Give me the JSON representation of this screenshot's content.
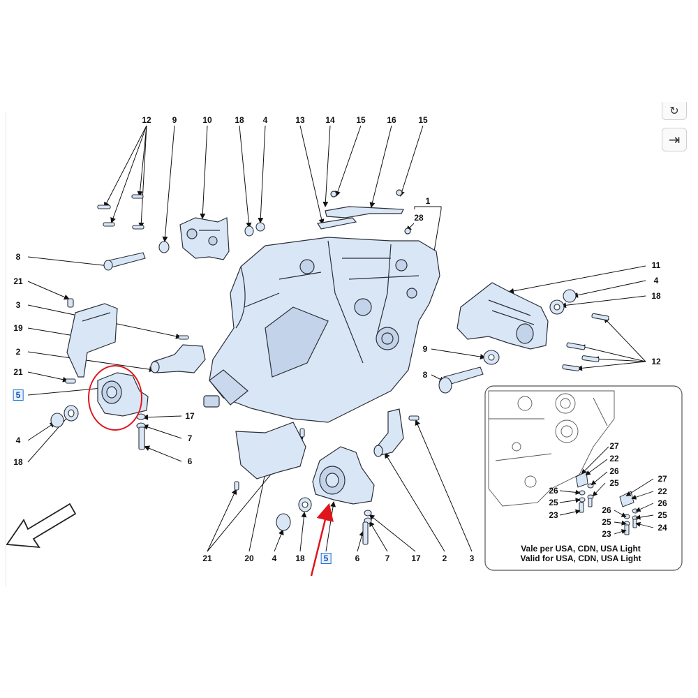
{
  "toolbar": {
    "top_icon": "refresh-icon",
    "expand_icon": "expand-arrow-icon",
    "expand_glyph": "⇥"
  },
  "inset": {
    "note_it": "Vale per USA, CDN, USA Light",
    "note_en": "Valid for USA, CDN, USA Light"
  },
  "colors": {
    "part_fill": "#d9e6f5",
    "highlight_red": "#e0151b",
    "selected_box": "#1a6fd8"
  },
  "callouts": [
    {
      "id": "c12a",
      "text": "12"
    },
    {
      "id": "c9a",
      "text": "9"
    },
    {
      "id": "c10",
      "text": "10"
    },
    {
      "id": "c18a",
      "text": "18"
    },
    {
      "id": "c4a",
      "text": "4"
    },
    {
      "id": "c13",
      "text": "13"
    },
    {
      "id": "c14",
      "text": "14"
    },
    {
      "id": "c15a",
      "text": "15"
    },
    {
      "id": "c16",
      "text": "16"
    },
    {
      "id": "c15b",
      "text": "15"
    },
    {
      "id": "c1",
      "text": "1"
    },
    {
      "id": "c28",
      "text": "28"
    },
    {
      "id": "c8a",
      "text": "8"
    },
    {
      "id": "c21a",
      "text": "21"
    },
    {
      "id": "c3a",
      "text": "3"
    },
    {
      "id": "c19",
      "text": "19"
    },
    {
      "id": "c2a",
      "text": "2"
    },
    {
      "id": "c21b",
      "text": "21"
    },
    {
      "id": "c5a",
      "text": "5",
      "boxed": true
    },
    {
      "id": "c4b",
      "text": "4"
    },
    {
      "id": "c18b",
      "text": "18"
    },
    {
      "id": "c17a",
      "text": "17"
    },
    {
      "id": "c7a",
      "text": "7"
    },
    {
      "id": "c6a",
      "text": "6"
    },
    {
      "id": "c11",
      "text": "11"
    },
    {
      "id": "c4c",
      "text": "4"
    },
    {
      "id": "c18c",
      "text": "18"
    },
    {
      "id": "c12b",
      "text": "12"
    },
    {
      "id": "c9b",
      "text": "9"
    },
    {
      "id": "c8b",
      "text": "8"
    },
    {
      "id": "c21c",
      "text": "21"
    },
    {
      "id": "c20",
      "text": "20"
    },
    {
      "id": "c4d",
      "text": "4"
    },
    {
      "id": "c18d",
      "text": "18"
    },
    {
      "id": "c5b",
      "text": "5",
      "boxed": true
    },
    {
      "id": "c6b",
      "text": "6"
    },
    {
      "id": "c7b",
      "text": "7"
    },
    {
      "id": "c17b",
      "text": "17"
    },
    {
      "id": "c2b",
      "text": "2"
    },
    {
      "id": "c3b",
      "text": "3"
    },
    {
      "id": "i27a",
      "text": "27"
    },
    {
      "id": "i22a",
      "text": "22"
    },
    {
      "id": "i26a",
      "text": "26"
    },
    {
      "id": "i25a",
      "text": "25"
    },
    {
      "id": "i26b",
      "text": "26"
    },
    {
      "id": "i25b",
      "text": "25"
    },
    {
      "id": "i23a",
      "text": "23"
    },
    {
      "id": "i27b",
      "text": "27"
    },
    {
      "id": "i22b",
      "text": "22"
    },
    {
      "id": "i26c",
      "text": "26"
    },
    {
      "id": "i26d",
      "text": "26"
    },
    {
      "id": "i25c",
      "text": "25"
    },
    {
      "id": "i25d",
      "text": "25"
    },
    {
      "id": "i23b",
      "text": "23"
    },
    {
      "id": "i24",
      "text": "24"
    }
  ]
}
